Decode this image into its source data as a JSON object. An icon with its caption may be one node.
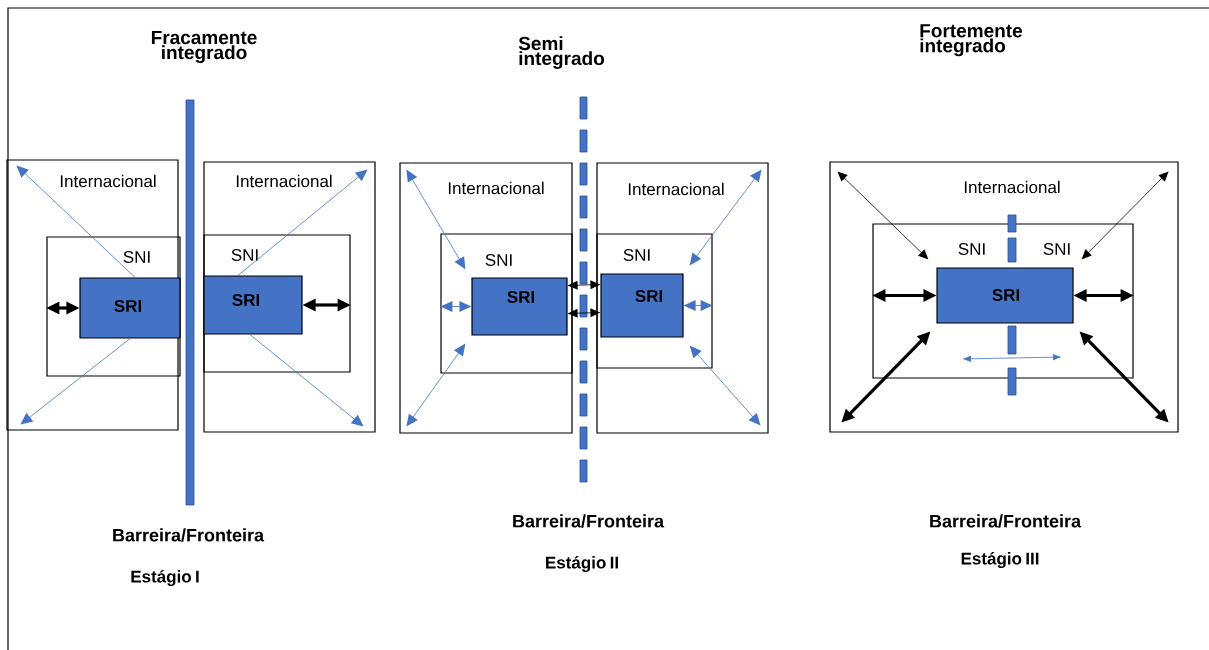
{
  "diagram": {
    "nodes": [
      {
        "text": [
          "Internacional"
        ]
      },
      {
        "text": [
          "SNI"
        ],
        "in": 0
      },
      {
        "text": [
          "SRI"
        ],
        "in": 1
      },
      {
        "text": [
          "Internacional"
        ]
      },
      {
        "text": [
          "SNI"
        ],
        "in": 3
      },
      {
        "text": [
          "SRI"
        ],
        "in": 4
      },
      {
        "text": [
          "Internacional"
        ]
      },
      {
        "text": [
          "SNI"
        ],
        "in": 6
      },
      {
        "text": [
          "SRI"
        ],
        "in": 7
      },
      {
        "text": [
          "Internacional"
        ]
      },
      {
        "text": [
          "SNI"
        ],
        "in": 9
      },
      {
        "text": [
          "SRI"
        ],
        "in": 10
      },
      {
        "text": [
          "Internacional"
        ]
      },
      {
        "text": [
          "SNI",
          "SNI"
        ],
        "in": 12
      },
      {
        "text": [
          "SRI"
        ],
        "in": 13
      }
    ],
    "edges": [
      {
        "from": 1,
        "to": 2,
        "arrow": "both",
        "style": "thick"
      },
      {
        "from": 2,
        "to": 0,
        "arrow": "to",
        "color": "#4472c4"
      },
      {
        "from": 2,
        "to": 0,
        "arrow": "to",
        "color": "#4472c4"
      },
      {
        "from": 5,
        "to": 4,
        "arrow": "both",
        "style": "thick"
      },
      {
        "from": 5,
        "to": 3,
        "arrow": "to",
        "color": "#4472c4"
      },
      {
        "from": 5,
        "to": 3,
        "arrow": "to",
        "color": "#4472c4"
      },
      {
        "from": 6,
        "to": 8,
        "arrow": "both",
        "color": "#4472c4"
      },
      {
        "from": 6,
        "to": 8,
        "arrow": "both",
        "color": "#4472c4"
      },
      {
        "from": 7,
        "to": 8,
        "arrow": "both",
        "color": "#4472c4"
      },
      {
        "from": 8,
        "to": 11,
        "arrow": "both"
      },
      {
        "from": 8,
        "to": 11,
        "arrow": "both"
      },
      {
        "from": 11,
        "to": 10,
        "arrow": "both",
        "color": "#4472c4"
      },
      {
        "from": 9,
        "to": 11,
        "arrow": "both",
        "color": "#4472c4"
      },
      {
        "from": 9,
        "to": 11,
        "arrow": "both",
        "color": "#4472c4"
      },
      {
        "from": 12,
        "to": 14,
        "arrow": "both"
      },
      {
        "from": 12,
        "to": 14,
        "arrow": "both"
      },
      {
        "from": 13,
        "to": 14,
        "arrow": "both",
        "style": "thick"
      },
      {
        "from": 14,
        "to": 13,
        "arrow": "both",
        "style": "thick"
      },
      {
        "from": 12,
        "to": 14,
        "arrow": "both",
        "style": "thick"
      },
      {
        "from": 12,
        "to": 14,
        "arrow": "both",
        "style": "thick"
      }
    ],
    "labels": [
      "Fracamente integrado",
      "Semi integrado",
      "Fortemente integrado",
      "Barreira/Fronteira",
      "Barreira/Fronteira",
      "Barreira/Fronteira",
      "Estágio I",
      "Estágio II",
      "Estágio III"
    ]
  }
}
